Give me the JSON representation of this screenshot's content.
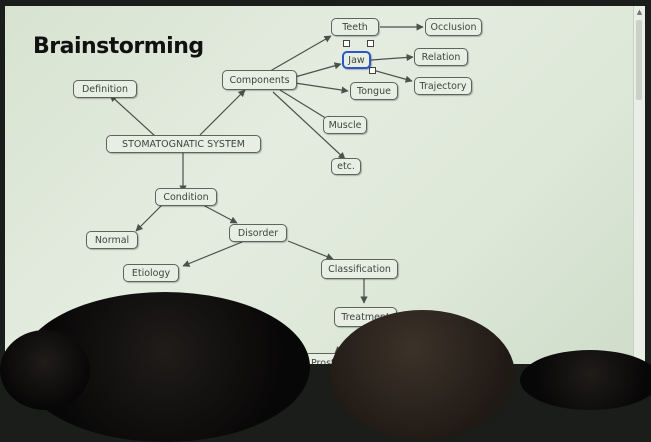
{
  "title": "Brainstorming",
  "nodes": {
    "teeth": "Teeth",
    "occlusion": "Occlusion",
    "jaw": "Jaw",
    "relation": "Relation",
    "trajectory": "Trajectory",
    "components": "Components",
    "tongue": "Tongue",
    "definition": "Definition",
    "muscle": "Muscle",
    "stomatognatic": "STOMATOGNATIC SYSTEM",
    "etc": "etc.",
    "condition": "Condition",
    "normal": "Normal",
    "disorder": "Disorder",
    "etiology": "Etiology",
    "classification": "Classification",
    "treatment": "Treatment",
    "prost": "Prost"
  },
  "colors": {
    "screen": "#dde8d8",
    "node_fill": "#e8eee3",
    "node_border": "#5b6658",
    "selected_border": "#2c56c8",
    "title": "#111111"
  },
  "icons": {
    "scroll_up": "▲"
  }
}
